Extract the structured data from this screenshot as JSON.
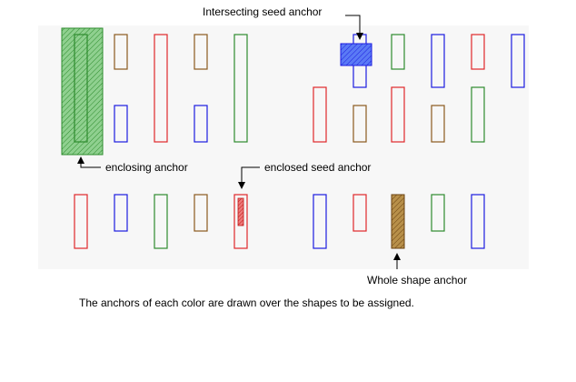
{
  "labels": {
    "intersecting_seed": "Intersecting seed anchor",
    "enclosing": "enclosing anchor",
    "enclosed_seed": "enclosed seed anchor",
    "whole_shape": "Whole shape anchor",
    "caption": "The anchors of each color are drawn over the shapes to be assigned."
  },
  "colors": {
    "red": "#e0282a",
    "blue": "#1c1ce0",
    "green": "#2e8c2e",
    "brown": "#8b5a1e",
    "panel": "#f7f7f7",
    "green_fill": "#79c279",
    "blue_fill": "#4a6cf0",
    "red_fill": "#e06060",
    "brown_fill": "#a07a3a"
  },
  "shapes": [
    {
      "row": "top-upper",
      "color": "brown"
    },
    {
      "row": "top-upper",
      "color": "red"
    },
    {
      "row": "top-upper",
      "color": "brown"
    },
    {
      "row": "top-upper",
      "color": "green"
    },
    {
      "row": "top-upper",
      "color": "blue"
    },
    {
      "row": "top-upper",
      "color": "green"
    },
    {
      "row": "top-upper",
      "color": "blue"
    },
    {
      "row": "top-upper",
      "color": "red"
    },
    {
      "row": "top-upper",
      "color": "blue"
    },
    {
      "row": "top-lower",
      "color": "blue"
    },
    {
      "row": "top-lower",
      "color": "blue"
    },
    {
      "row": "top-lower",
      "color": "red"
    },
    {
      "row": "top-lower",
      "color": "brown"
    },
    {
      "row": "top-lower",
      "color": "red"
    },
    {
      "row": "top-lower",
      "color": "brown"
    },
    {
      "row": "top-lower",
      "color": "green"
    },
    {
      "row": "bottom",
      "color": "red"
    },
    {
      "row": "bottom",
      "color": "blue"
    },
    {
      "row": "bottom",
      "color": "green"
    },
    {
      "row": "bottom",
      "color": "brown"
    },
    {
      "row": "bottom",
      "color": "red"
    },
    {
      "row": "bottom",
      "color": "blue"
    },
    {
      "row": "bottom",
      "color": "red"
    },
    {
      "row": "bottom",
      "color": "brown"
    },
    {
      "row": "bottom",
      "color": "green"
    },
    {
      "row": "bottom",
      "color": "blue"
    }
  ],
  "anchors": [
    {
      "kind": "enclosing",
      "color": "green"
    },
    {
      "kind": "intersecting-seed",
      "color": "blue"
    },
    {
      "kind": "enclosed-seed",
      "color": "red"
    },
    {
      "kind": "whole-shape",
      "color": "brown"
    }
  ]
}
